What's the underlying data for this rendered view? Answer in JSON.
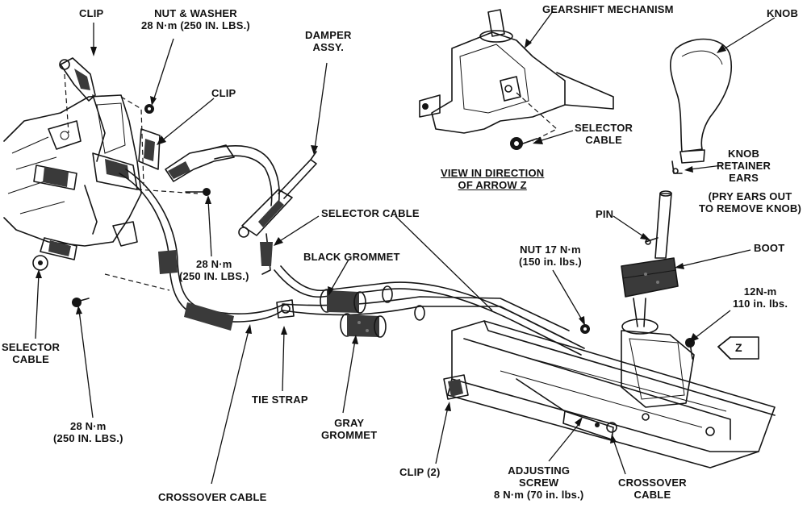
{
  "labels": {
    "clip_top": "CLIP",
    "nut_washer": "NUT & WASHER\n28 N·m (250 IN. LBS.)",
    "clip_mid": "CLIP",
    "damper": "DAMPER\nASSY.",
    "gearshift": "GEARSHIFT MECHANISM",
    "knob": "KNOB",
    "selector_cable_inset": "SELECTOR\nCABLE",
    "view_direction": "VIEW IN DIRECTION\nOF ARROW Z",
    "knob_retainer": "KNOB\nRETAINER\nEARS",
    "pry_ears": "(PRY EARS OUT\nTO REMOVE KNOB)",
    "pin": "PIN",
    "selector_cable_mid": "SELECTOR CABLE",
    "boot": "BOOT",
    "nut_17": "NUT 17 N·m\n(150 in. lbs.)",
    "black_grommet": "BLACK GROMMET",
    "torque_28_mid": "28 N·m\n(250 IN. LBS.)",
    "torque_12": "12N-m\n110 in. lbs.",
    "selector_cable_left": "SELECTOR\nCABLE",
    "tie_strap": "TIE STRAP",
    "gray_grommet": "GRAY\nGROMMET",
    "torque_28_bottom": "28 N·m\n(250 IN. LBS.)",
    "clip_2": "CLIP (2)",
    "adjusting_screw": "ADJUSTING\nSCREW\n8 N·m (70 in. lbs.)",
    "crossover_cable_right": "CROSSOVER\nCABLE",
    "crossover_cable_bottom": "CROSSOVER CABLE",
    "arrow_z": "Z"
  }
}
